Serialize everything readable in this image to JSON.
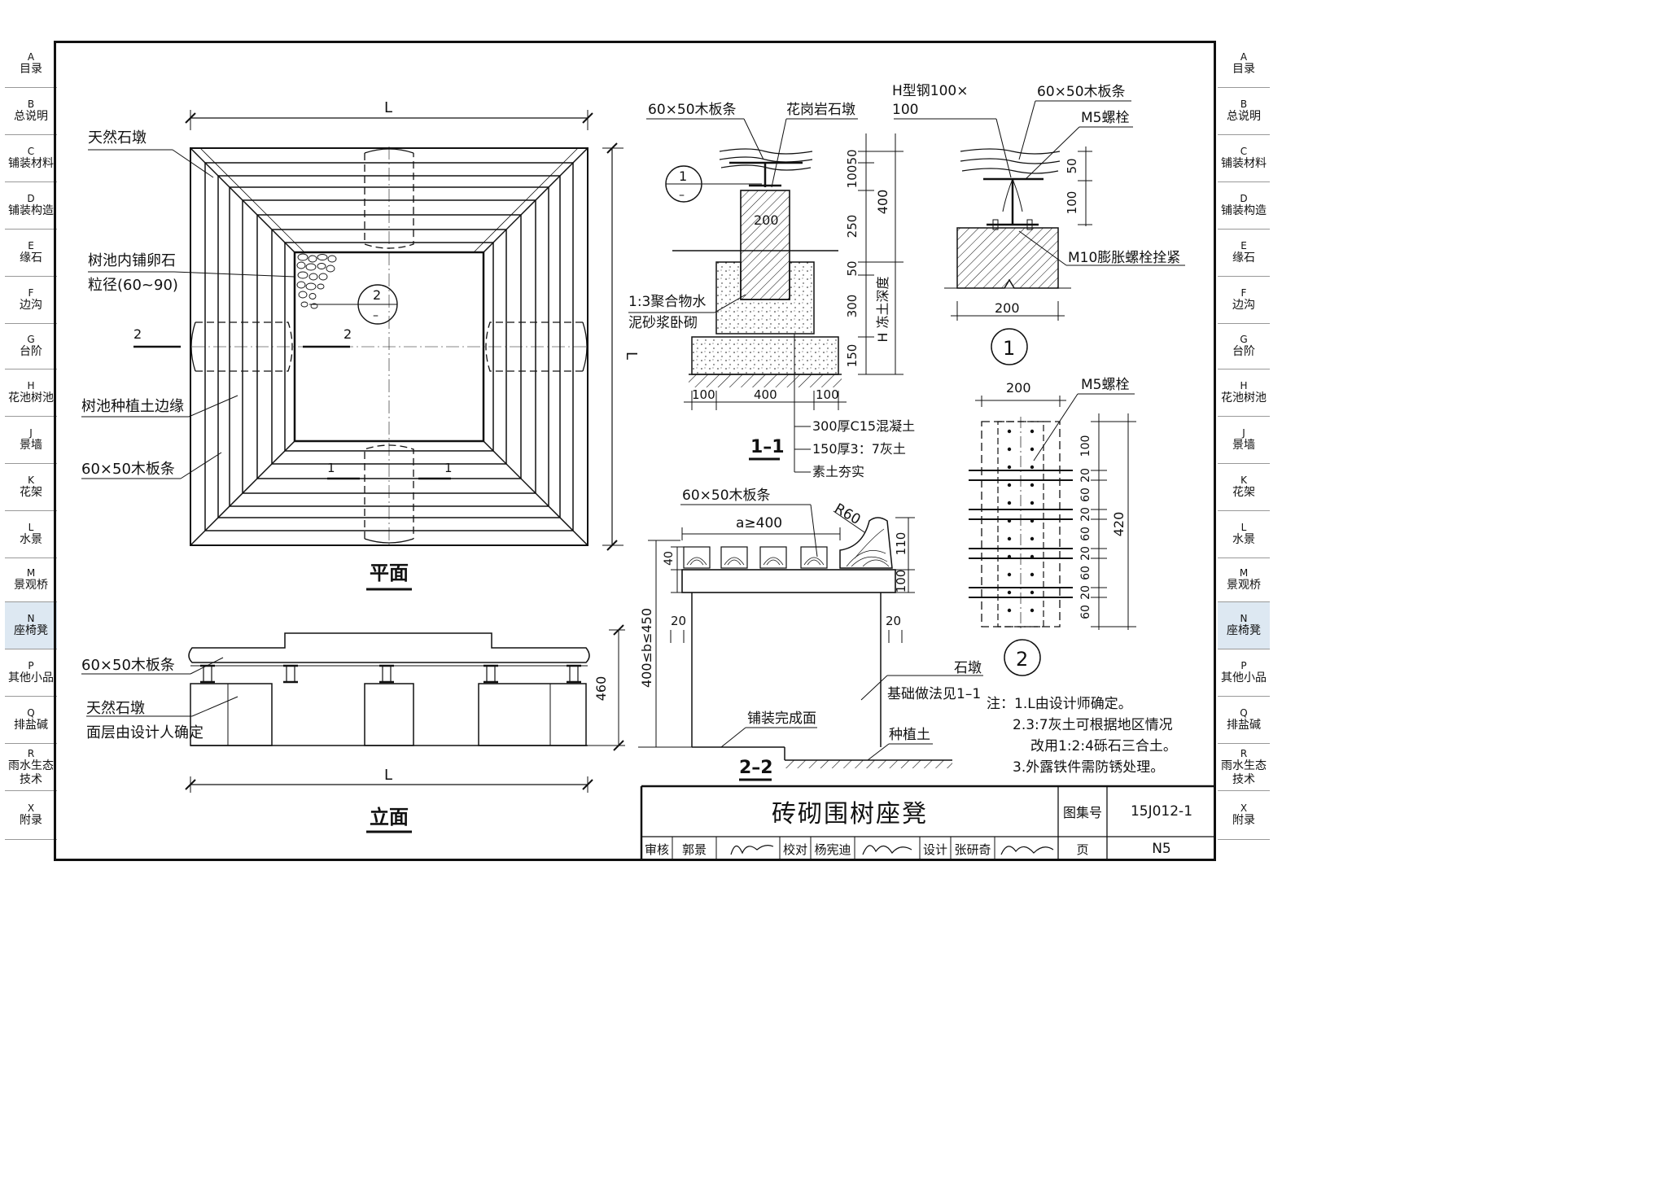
{
  "sidebar": {
    "items": [
      {
        "key": "A",
        "label": "目录"
      },
      {
        "key": "B",
        "label": "总说明"
      },
      {
        "key": "C",
        "label": "铺装材料"
      },
      {
        "key": "D",
        "label": "铺装构造"
      },
      {
        "key": "E",
        "label": "缘石"
      },
      {
        "key": "F",
        "label": "边沟"
      },
      {
        "key": "G",
        "label": "台阶"
      },
      {
        "key": "H",
        "label": "花池树池"
      },
      {
        "key": "J",
        "label": "景墙"
      },
      {
        "key": "K",
        "label": "花架"
      },
      {
        "key": "L",
        "label": "水景"
      },
      {
        "key": "M",
        "label": "景观桥"
      },
      {
        "key": "N",
        "label": "座椅凳"
      },
      {
        "key": "P",
        "label": "其他小品"
      },
      {
        "key": "Q",
        "label": "排盐碱"
      },
      {
        "key": "R",
        "label": "雨水生态技术"
      },
      {
        "key": "X",
        "label": "附录"
      }
    ],
    "active_key": "N",
    "active_color": "#dde8f2"
  },
  "plan": {
    "dim_L_top": "L",
    "dim_L_right": "L",
    "label_stone_pier": "天然石墩",
    "label_pebbles_1": "树池内铺卵石",
    "label_pebbles_2": "粒径(60~90)",
    "label_soil_edge": "树池种植土边缘",
    "label_wood_strip": "60×50木板条",
    "section_2_left": "2",
    "section_2_right": "2",
    "section_1_left": "1",
    "section_1_right": "1",
    "callout_num": "2",
    "callout_sub": "–",
    "title": "平面"
  },
  "elevation": {
    "label_wood_strip": "60×50木板条",
    "label_stone_pier": "天然石墩",
    "label_surface": "面层由设计人确定",
    "dim_height": "460",
    "dim_L": "L",
    "title": "立面"
  },
  "section11": {
    "label_wood": "60×50木板条",
    "label_granite": "花岗岩石墩",
    "callout_num": "1",
    "callout_sub": "–",
    "dim_200": "200",
    "label_mortar_1": "1:3聚合物水",
    "label_mortar_2": "泥砂浆卧砌",
    "dims_v": [
      "50",
      "100",
      "250",
      "50",
      "300",
      "150"
    ],
    "dim_400": "400",
    "dim_H": "H 冻土深度",
    "dims_h": [
      "100",
      "400",
      "100"
    ],
    "layer_1": "300厚C15混凝土",
    "layer_2": "150厚3：7灰土",
    "layer_3": "素土夯实",
    "title": "1–1"
  },
  "detail1": {
    "label_hsteel_1": "H型钢100×",
    "label_hsteel_2": "100",
    "label_wood": "60×50木板条",
    "label_bolt": "M5螺栓",
    "dim_50": "50",
    "dim_100": "100",
    "label_anchor": "M10膨胀螺栓拴紧",
    "dim_200": "200",
    "num": "1"
  },
  "detail2": {
    "dim_200": "200",
    "label_bolt": "M5螺栓",
    "dims_v": [
      "100",
      "20",
      "60",
      "20",
      "60",
      "20",
      "60",
      "20",
      "60"
    ],
    "dim_420": "420",
    "num": "2"
  },
  "section22": {
    "label_wood": "60×50木板条",
    "dim_a": "a≥400",
    "dim_R": "R60",
    "dim_40": "40",
    "dim_110": "110",
    "dim_100": "100",
    "dim_20_left": "20",
    "dim_20_right": "20",
    "dim_b": "400≤b≤450",
    "label_stone": "石墩",
    "label_foundation": "基础做法见1–1",
    "label_paving": "铺装完成面",
    "label_soil": "种植土",
    "title": "2–2"
  },
  "notes": {
    "line1": "注：1.L由设计师确定。",
    "line2": "2.3:7灰土可根据地区情况",
    "line3": "改用1:2:4砾石三合土。",
    "line4": "3.外露铁件需防锈处理。"
  },
  "titleblock": {
    "title": "砖砌围树座凳",
    "atlas_label": "图集号",
    "atlas_value": "15J012-1",
    "page_label": "页",
    "page_value": "N5",
    "review_label": "审核",
    "review_name": "郭景",
    "check_label": "校对",
    "check_name": "杨宪迪",
    "design_label": "设计",
    "design_name": "张研奇"
  }
}
